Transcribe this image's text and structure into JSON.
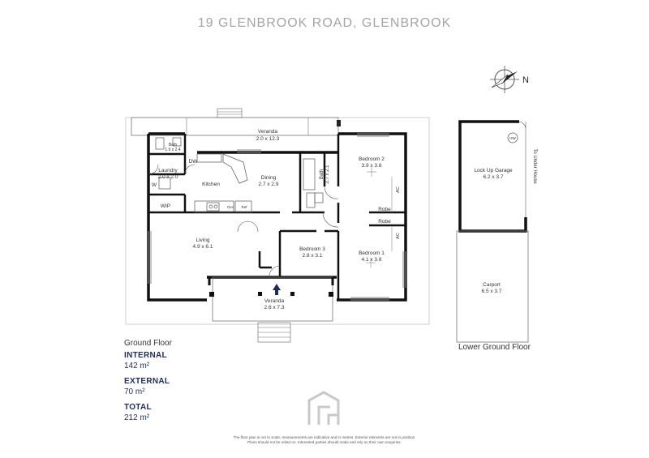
{
  "title": "19 GLENBROOK ROAD, GLENBROOK",
  "compass_label": "N",
  "ground_floor": {
    "label": "Ground Floor",
    "rooms": {
      "veranda_top": {
        "name": "Veranda",
        "dims": "2.0 x 12.3"
      },
      "bath_small": {
        "name": "Bath",
        "dims": "1.0 x 2.4"
      },
      "laundry": {
        "name": "Laundry",
        "dims": "2.0 x 2.0"
      },
      "kitchen": {
        "name": "Kitchen"
      },
      "dining": {
        "name": "Dining",
        "dims": "2.7 x 2.9"
      },
      "bath": {
        "name": "Bath",
        "dims": "2.7 x 2.1"
      },
      "bedroom2": {
        "name": "Bedroom 2",
        "dims": "3.9 x 3.6"
      },
      "living": {
        "name": "Living",
        "dims": "4.9 x 6.1"
      },
      "bedroom3": {
        "name": "Bedroom 3",
        "dims": "2.8 x 3.1"
      },
      "bedroom1": {
        "name": "Bedroom 1",
        "dims": "4.1 x 3.6"
      },
      "veranda_front": {
        "name": "Veranda",
        "dims": "2.6 x 7.3"
      }
    },
    "fixtures": {
      "dw": "DW",
      "w": "W",
      "wip": "WIP",
      "ovn": "Ovn",
      "ref": "Ref",
      "robe1": "Robe",
      "robe2": "Robe",
      "ac1": "AC",
      "ac2": "AC"
    }
  },
  "lower_ground_floor": {
    "label": "Lower Ground Floor",
    "garage": {
      "name": "Lock Up Garage",
      "dims": "6.2 x 3.7"
    },
    "hw": "HW",
    "to_under_house": "To Under House",
    "carport": {
      "name": "Carport",
      "dims": "6.5 x 3.7"
    }
  },
  "areas": {
    "internal_label": "INTERNAL",
    "internal_value": "142 m²",
    "external_label": "EXTERNAL",
    "external_value": "70 m²",
    "total_label": "TOTAL",
    "total_value": "212 m²"
  },
  "disclaimer": {
    "line1": "The floor plan is not to scale; measurements are indicative and in metres. Exterior elements are not in position.",
    "line2": "Plans should not be relied on. Interested parties should make and rely on their own enquiries."
  }
}
